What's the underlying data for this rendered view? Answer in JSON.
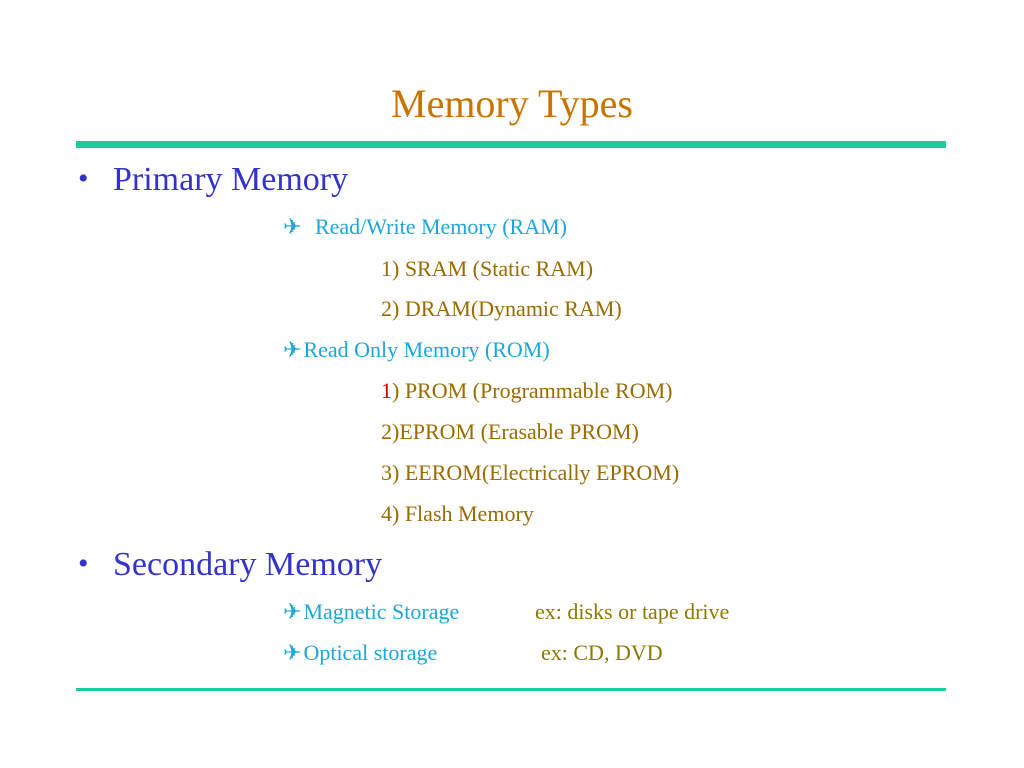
{
  "colors": {
    "title": "#c87400",
    "rule": "#1ccc9e",
    "bullet": "#3333cc",
    "level2": "#1ca6d9",
    "level3": "#9b6a00",
    "example": "#8c7a00",
    "accent_red": "#cc0000"
  },
  "slide": {
    "title": "Memory Types",
    "bullet_glyph": "•",
    "plane_glyph": "✈",
    "primary": {
      "label": "Primary Memory",
      "ram": {
        "label": "Read/Write Memory  (RAM)",
        "items": [
          "1) SRAM (Static RAM)",
          "2) DRAM(Dynamic RAM)"
        ]
      },
      "rom": {
        "label": "Read Only Memory (ROM)",
        "item1_number": "1",
        "item1_rest": ") PROM (Programmable ROM)",
        "items": [
          "2)EPROM (Erasable PROM)",
          "3) EEROM(Electrically EPROM)",
          "4) Flash Memory"
        ]
      }
    },
    "secondary": {
      "label": "Secondary Memory",
      "magnetic": {
        "label": "Magnetic Storage",
        "example": "ex: disks or tape drive"
      },
      "optical": {
        "label": "Optical storage",
        "example": "ex: CD, DVD"
      }
    }
  }
}
